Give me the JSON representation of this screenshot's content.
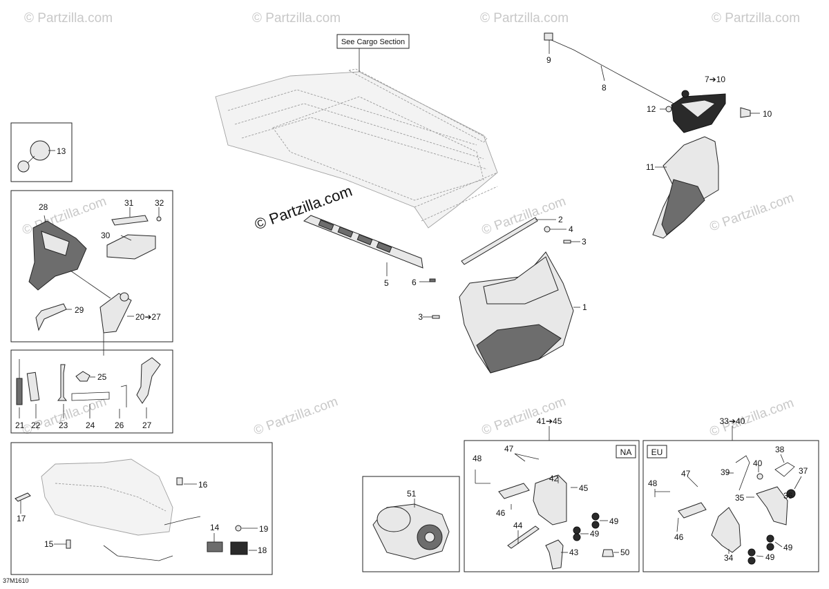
{
  "diagram": {
    "code": "37M1610",
    "see_cargo": "See Cargo Section",
    "watermark": "© Partzilla.com",
    "watermark_faint": "© Partzilla.com",
    "region_na": "NA",
    "region_eu": "EU",
    "group_na": "41➔45",
    "group_eu": "33➔40",
    "callouts": {
      "c1": "1",
      "c2": "2",
      "c3a": "3",
      "c3b": "3",
      "c4": "4",
      "c5": "5",
      "c6": "6",
      "c7": "7➔10",
      "c8": "8",
      "c9": "9",
      "c10": "10",
      "c11": "11",
      "c12": "12",
      "c13": "13",
      "c14": "14",
      "c15": "15",
      "c16": "16",
      "c17": "17",
      "c18": "18",
      "c19": "19",
      "c2027": "20➔27",
      "c21": "21",
      "c22": "22",
      "c23": "23",
      "c24": "24",
      "c25": "25",
      "c26": "26",
      "c27": "27",
      "c28": "28",
      "c29": "29",
      "c30": "30",
      "c31": "31",
      "c32": "32",
      "c34": "34",
      "c35": "35",
      "c36": "36",
      "c37": "37",
      "c38": "38",
      "c39": "39",
      "c40": "40",
      "c42": "42",
      "c43": "43",
      "c44": "44",
      "c45": "45",
      "c46a": "46",
      "c46b": "46",
      "c47a": "47",
      "c47b": "47",
      "c48a": "48",
      "c48b": "48",
      "c49a": "49",
      "c49b": "49",
      "c49c": "49",
      "c49d": "49",
      "c50": "50",
      "c51": "51"
    }
  }
}
